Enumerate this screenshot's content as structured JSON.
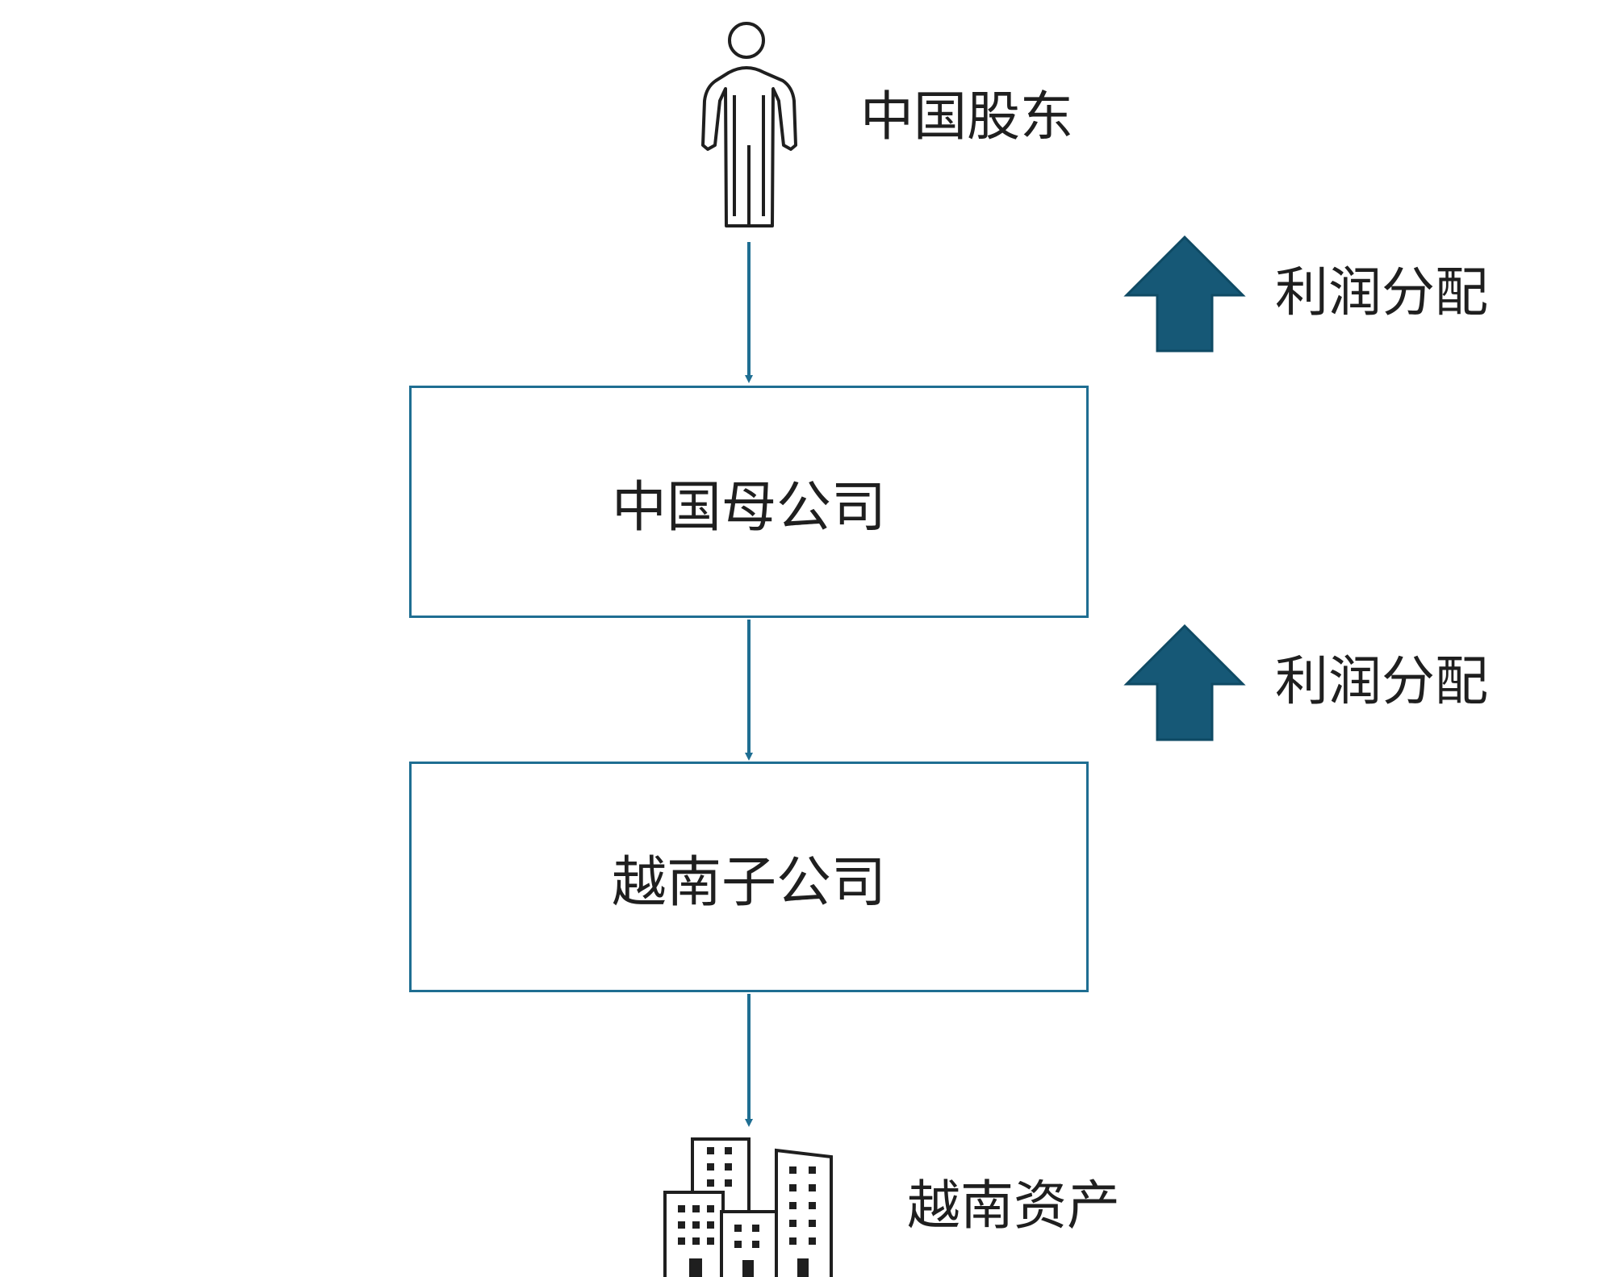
{
  "nodes": {
    "shareholder": {
      "label": "中国股东",
      "icon": "person-icon"
    },
    "parent": {
      "label": "中国母公司"
    },
    "subsidiary": {
      "label": "越南子公司"
    },
    "assets": {
      "label": "越南资产",
      "icon": "buildings-icon"
    }
  },
  "profit_flows": [
    {
      "label": "利润分配",
      "icon": "up-arrow-icon"
    },
    {
      "label": "利润分配",
      "icon": "up-arrow-icon"
    }
  ],
  "colors": {
    "connector": "#1f6e92",
    "arrow_fill": "#165876",
    "arrow_stroke": "#0f4a64",
    "text": "#1f1f1f"
  }
}
